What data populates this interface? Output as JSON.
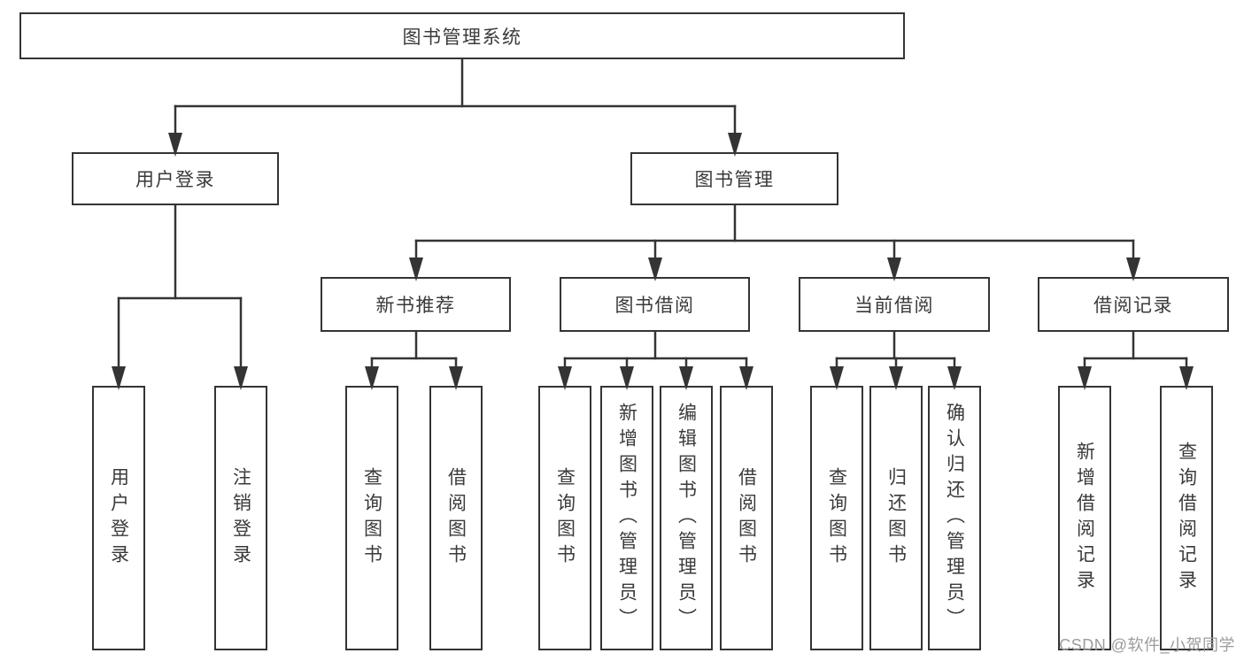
{
  "diagram": {
    "title": "图书管理系统",
    "branches": {
      "user_login": {
        "label": "用户登录",
        "children": [
          "用户登录",
          "注销登录"
        ]
      },
      "book_management": {
        "label": "图书管理",
        "sections": [
          {
            "label": "新书推荐",
            "children": [
              "查询图书",
              "借阅图书"
            ]
          },
          {
            "label": "图书借阅",
            "children": [
              "查询图书",
              "新增图书（管理员）",
              "编辑图书（管理员）",
              "借阅图书"
            ]
          },
          {
            "label": "当前借阅",
            "children": [
              "查询图书",
              "归还图书",
              "确认归还（管理员）"
            ]
          },
          {
            "label": "借阅记录",
            "children": [
              "新增借阅记录",
              "查询借阅记录"
            ]
          }
        ]
      }
    }
  },
  "watermark": {
    "text": "CSDN @软件_小贺同学"
  },
  "colors": {
    "line": "#343434",
    "box_border": "#343434",
    "text": "#3a3a3a",
    "background": "#ffffff",
    "watermark": "#9c9c9c"
  }
}
